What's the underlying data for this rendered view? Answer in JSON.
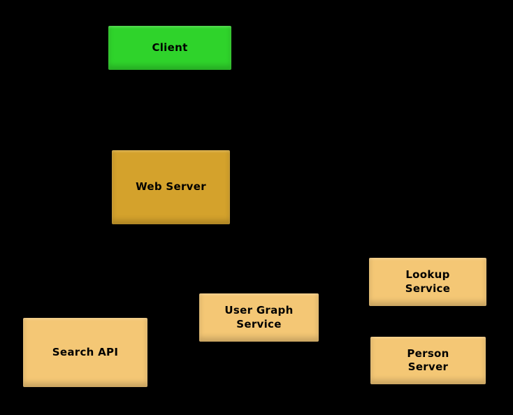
{
  "diagram": {
    "background_color": "#000000",
    "text_color": "#000000",
    "nodes": [
      {
        "id": "client",
        "label": "Client",
        "color": "#2fd32b"
      },
      {
        "id": "web-server",
        "label": "Web Server",
        "color": "#d4a22c"
      },
      {
        "id": "lookup-service",
        "label": "Lookup\nService",
        "color": "#f4c775"
      },
      {
        "id": "user-graph-service",
        "label": "User Graph\nService",
        "color": "#f4c775"
      },
      {
        "id": "search-api",
        "label": "Search API",
        "color": "#f4c775"
      },
      {
        "id": "person-server",
        "label": "Person\nServer",
        "color": "#f4c775"
      }
    ]
  }
}
